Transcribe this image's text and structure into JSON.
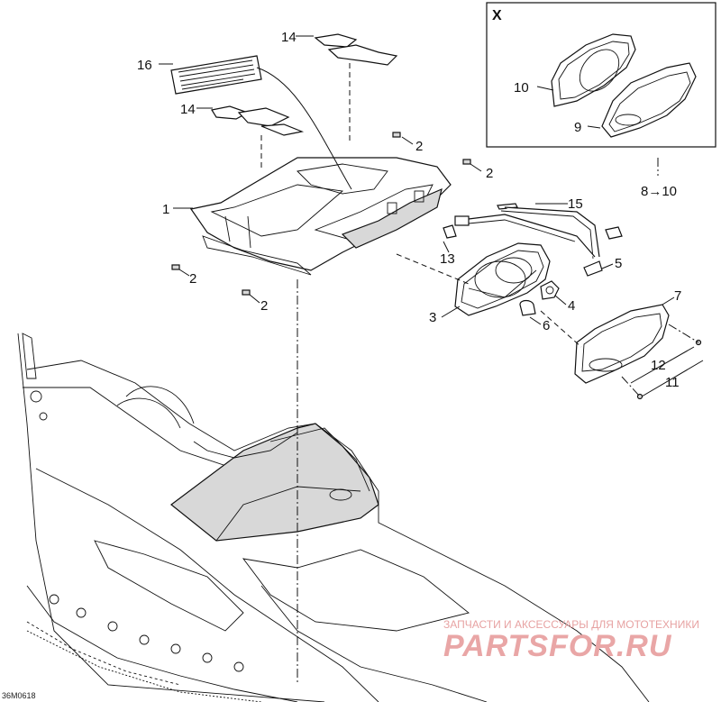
{
  "inset": {
    "label": "X"
  },
  "callouts": {
    "c1": "1",
    "c2a": "2",
    "c2b": "2",
    "c2c": "2",
    "c2d": "2",
    "c3": "3",
    "c4": "4",
    "c5": "5",
    "c6": "6",
    "c7": "7",
    "c9": "9",
    "c10": "10",
    "c11": "11",
    "c12": "12",
    "c13": "13",
    "c14a": "14",
    "c14b": "14",
    "c15": "15",
    "c16": "16",
    "c8to10": "8→10"
  },
  "drawing_code": "36M0618",
  "watermark": {
    "tagline": "ЗАПЧАСТИ И АКСЕССУАРЫ ДЛЯ МОТОТЕХНИКИ",
    "brand": "PARTSFOR.RU"
  }
}
